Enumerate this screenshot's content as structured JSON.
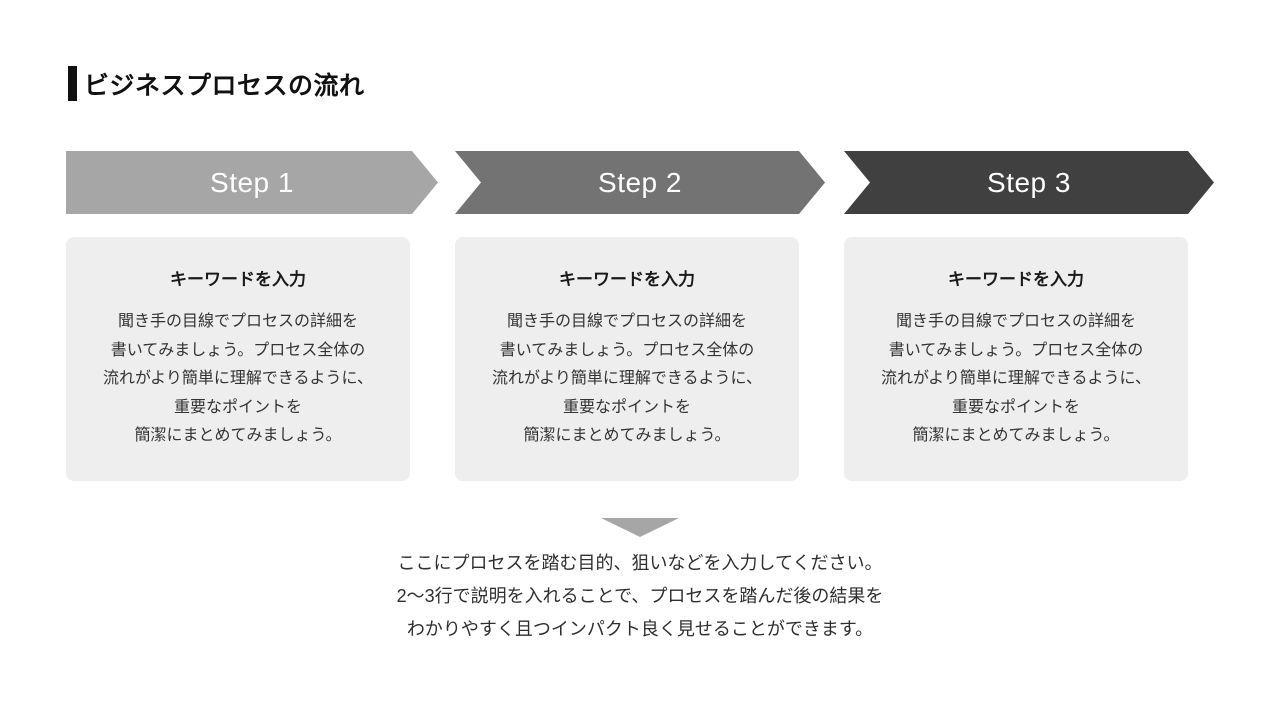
{
  "slide": {
    "title": "ビジネスプロセスの流れ"
  },
  "steps": [
    {
      "label": "Step 1",
      "banner_color": "#a6a6a6",
      "banner_style": "background:#a6a6a6",
      "card": {
        "title": "キーワードを入力",
        "lines": [
          "聞き手の目線でプロセスの詳細を",
          "書いてみましょう。プロセス全体の",
          "流れがより簡単に理解できるように、",
          "重要なポイントを",
          "簡潔にまとめてみましょう。"
        ]
      }
    },
    {
      "label": "Step 2",
      "banner_color": "#737373",
      "banner_style": "background:#737373",
      "card": {
        "title": "キーワードを入力",
        "lines": [
          "聞き手の目線でプロセスの詳細を",
          "書いてみましょう。プロセス全体の",
          "流れがより簡単に理解できるように、",
          "重要なポイントを",
          "簡潔にまとめてみましょう。"
        ]
      }
    },
    {
      "label": "Step 3",
      "banner_color": "#404040",
      "banner_style": "background:#404040",
      "card": {
        "title": "キーワードを入力",
        "lines": [
          "聞き手の目線でプロセスの詳細を",
          "書いてみましょう。プロセス全体の",
          "流れがより簡単に理解できるように、",
          "重要なポイントを",
          "簡潔にまとめてみましょう。"
        ]
      }
    }
  ],
  "footer": {
    "lines": [
      "ここにプロセスを踏む目的、狙いなどを入力してください。",
      "2～3行で説明を入れることで、プロセスを踏んだ後の結果を",
      "わかりやすく且つインパクト良く見せることができます。"
    ]
  },
  "colors": {
    "step1_banner": "#a6a6a6",
    "step2_banner": "#737373",
    "step3_banner": "#404040",
    "card_background": "#eeeeee",
    "down_arrow": "#a6a6a6",
    "title_accent_bar": "#111111",
    "banner_text": "#ffffff",
    "body_text": "#333333"
  }
}
